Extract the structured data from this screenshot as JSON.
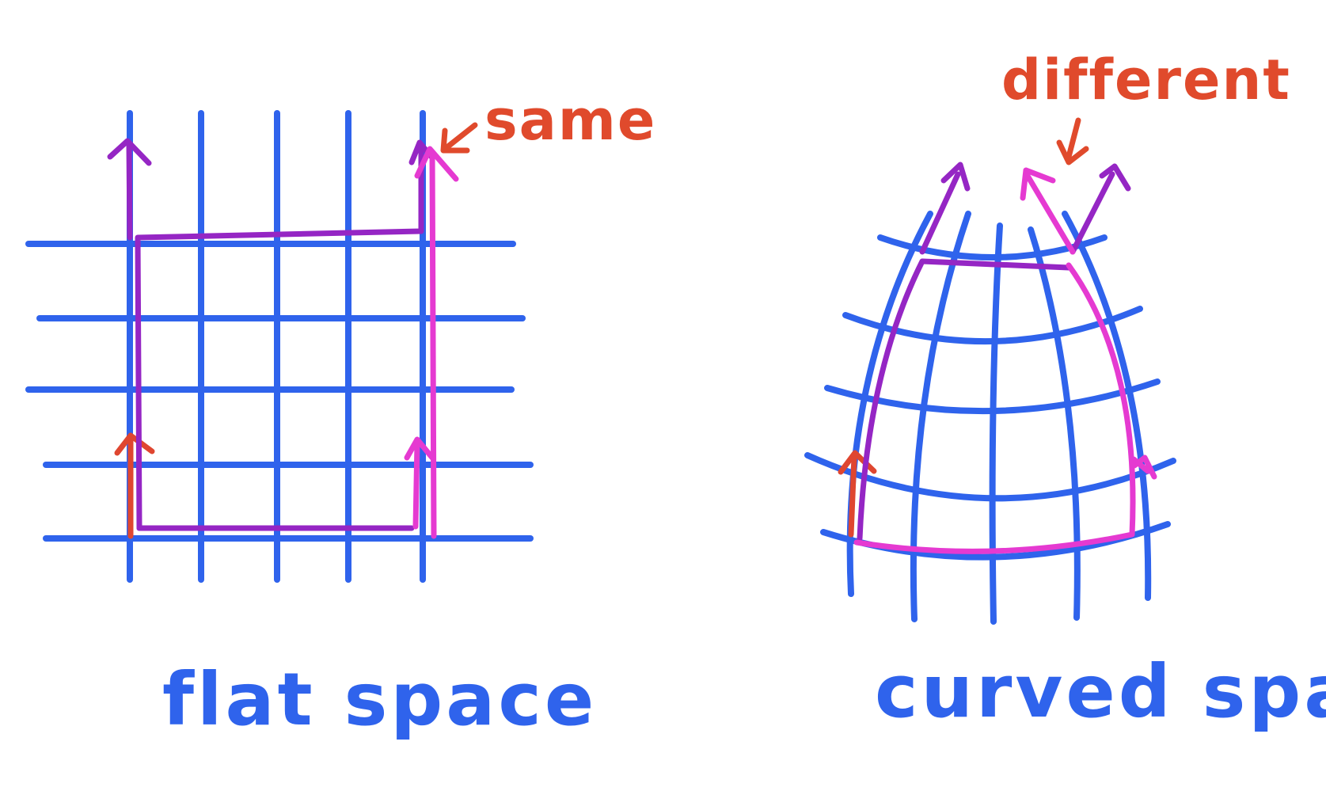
{
  "colors": {
    "grid": "#2f63ec",
    "path_purple": "#9526c4",
    "path_pink": "#e53ad1",
    "vector_red": "#df4630",
    "annotation_red": "#e04a2c"
  },
  "left_panel": {
    "caption": "flat space",
    "annotation": "same"
  },
  "right_panel": {
    "caption": "curved space",
    "annotation": "different"
  }
}
